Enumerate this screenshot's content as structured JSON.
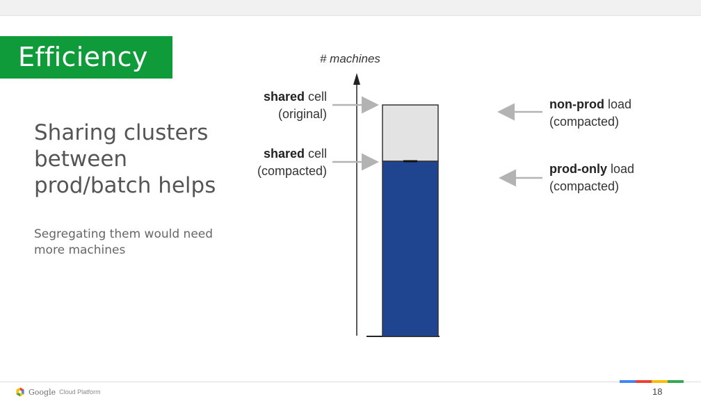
{
  "slide": {
    "title": "Efficiency",
    "heading": "Sharing clusters between prod/batch helps",
    "subtext": "Segregating them would need more machines",
    "page_number": "18"
  },
  "diagram": {
    "axis_label": "# machines",
    "left_labels": [
      {
        "bold": "shared",
        "rest": " cell",
        "line2": "(original)"
      },
      {
        "bold": "shared",
        "rest": " cell",
        "line2": "(compacted)"
      }
    ],
    "right_labels": [
      {
        "bold": "non-prod",
        "rest": " load",
        "line2": "(compacted)"
      },
      {
        "bold": "prod-only",
        "rest": " load",
        "line2": "(compacted)"
      }
    ],
    "colors": {
      "prod": "#1f4591",
      "non_prod": "#e3e3e3",
      "arrow": "#b3b3b3"
    }
  },
  "footer": {
    "brand": "Google",
    "brand_sub": "Cloud Platform",
    "colors": [
      "#4285f4",
      "#ea4335",
      "#fbbc05",
      "#34a853"
    ]
  }
}
